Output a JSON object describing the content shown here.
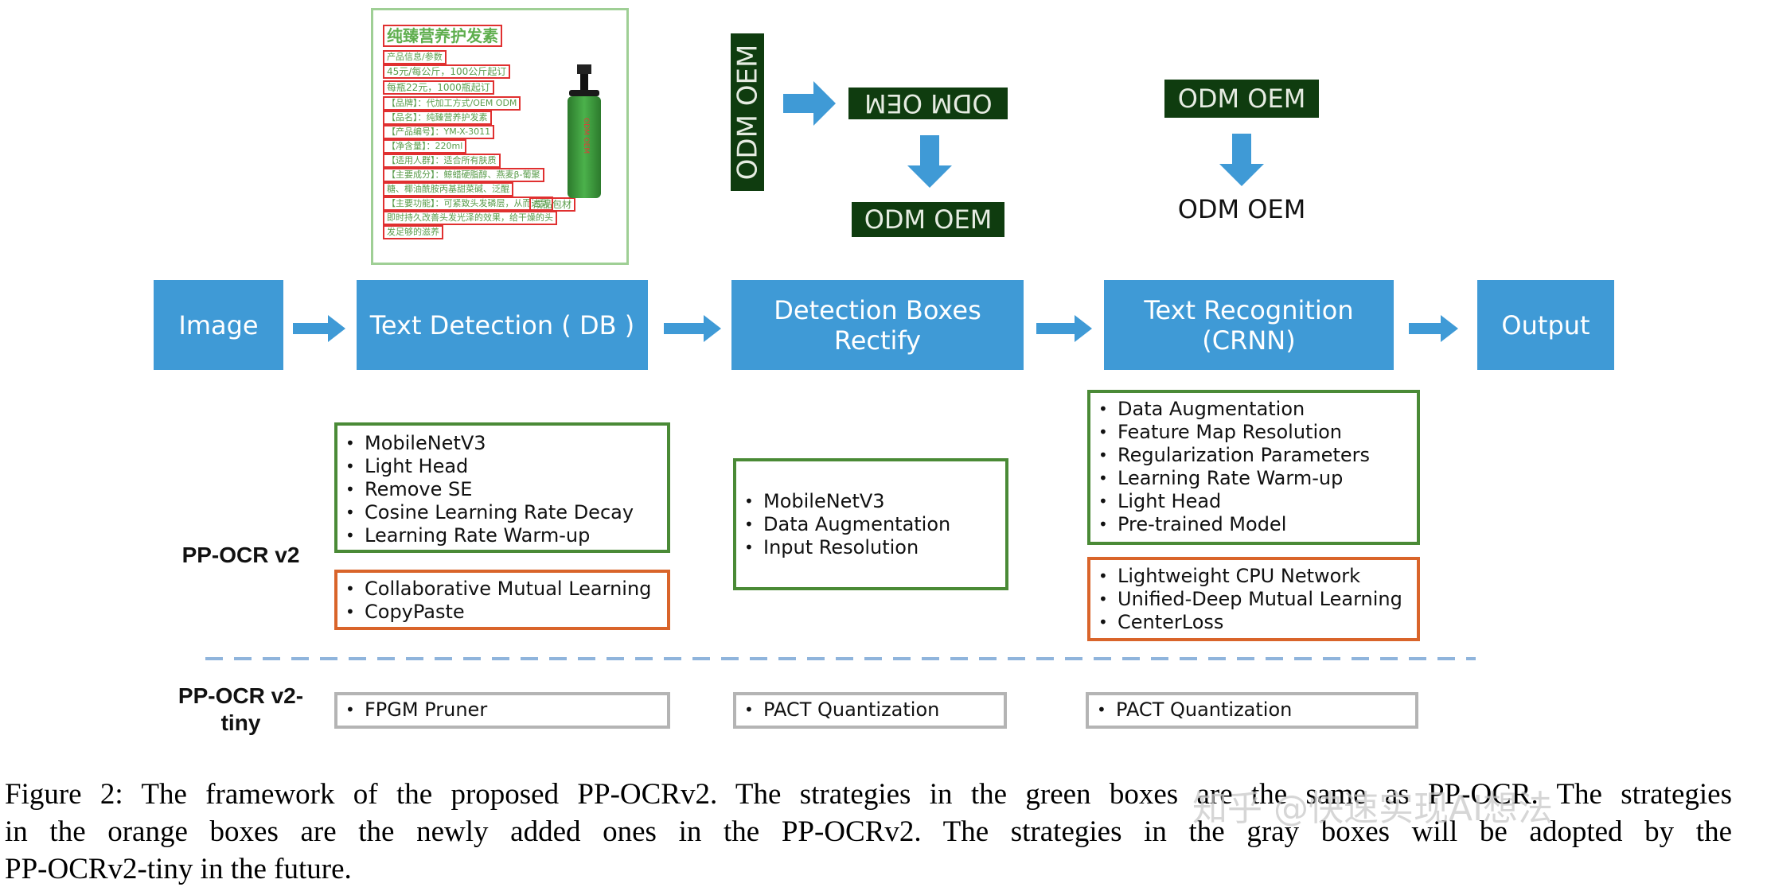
{
  "pipeline": {
    "image": "Image",
    "text_detection": "Text Detection ( DB )",
    "detection_rectify_line1": "Detection Boxes",
    "detection_rectify_line2": "Rectify",
    "text_recognition_line1": "Text Recognition",
    "text_recognition_line2": "(CRNN)",
    "output": "Output"
  },
  "product_image": {
    "title": "纯臻营养护发素",
    "lines": [
      "产品信息/参数",
      "45元/每公斤，100公斤起订",
      "每瓶22元，1000瓶起订",
      "【品牌】：代加工方式/OEM ODM",
      "【品名】：纯臻营养护发素",
      "【产品编号】：YM-X-3011",
      "【净含量】：220ml",
      "【适用人群】：适合所有肤质",
      "【主要成分】：鲸蜡硬脂醇、燕麦β-葡聚",
      "糖、椰油酰胺丙基甜菜碱、泛醌",
      "【主要功能】：可紧致头发磷层，从而达到",
      "即时持久改善头发光泽的效果，给干燥的头",
      "发足够的滋养"
    ],
    "side_label": "成品包材",
    "bottle_label": "ODM OEM"
  },
  "crops": {
    "vertical": "ODM OEM",
    "flipped": "ODM OEM",
    "rectified": "ODM OEM",
    "recognized_crop": "ODM OEM",
    "recognized_text": "ODM OEM"
  },
  "row_labels": {
    "v2": "PP-OCR v2",
    "tiny_line1": "PP-OCR v2-",
    "tiny_line2": "tiny"
  },
  "boxes": {
    "det_green": [
      "MobileNetV3",
      "Light Head",
      "Remove SE",
      "Cosine Learning Rate Decay",
      "Learning Rate Warm-up"
    ],
    "det_orange": [
      "Collaborative Mutual Learning",
      "CopyPaste"
    ],
    "rect_green": [
      "MobileNetV3",
      "Data Augmentation",
      "Input Resolution"
    ],
    "rec_green": [
      "Data Augmentation",
      "Feature Map Resolution",
      "Regularization Parameters",
      "Learning Rate Warm-up",
      "Light Head",
      "Pre-trained Model"
    ],
    "rec_orange": [
      "Lightweight CPU Network",
      "Unified-Deep Mutual Learning",
      "CenterLoss"
    ],
    "det_gray": [
      "FPGM Pruner"
    ],
    "rect_gray": [
      "PACT Quantization"
    ],
    "rec_gray": [
      "PACT Quantization"
    ]
  },
  "caption": {
    "line1": "Figure 2: The framework of the proposed PP-OCRv2. The strategies in the green boxes are the same as PP-OCR. The strategies",
    "line2": "in the orange boxes are the newly added ones in the PP-OCRv2. The strategies in the gray boxes will be adopted by the",
    "line3": "PP-OCRv2-tiny in the future."
  },
  "watermark": "知乎 @快速实现AI想法",
  "colors": {
    "blue": "#3f9ad6",
    "green_border": "#4a8a36",
    "orange_border": "#d9642a",
    "gray_border": "#b4b4b4",
    "dashed_line": "#8fb4dc"
  }
}
